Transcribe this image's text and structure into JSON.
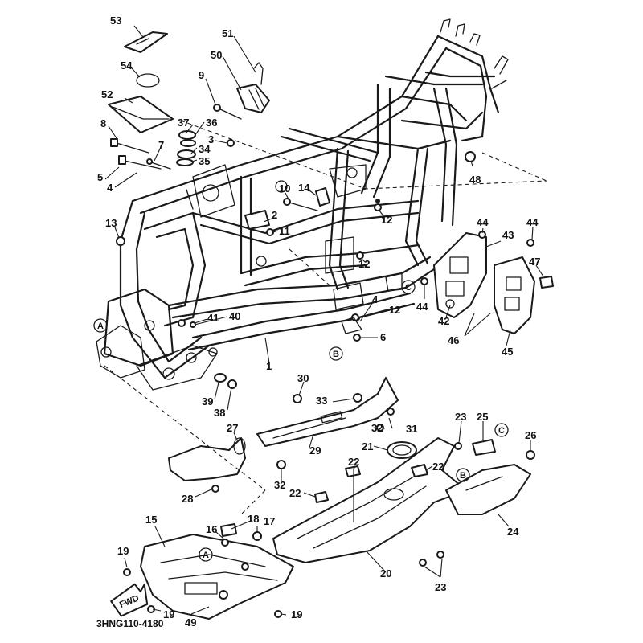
{
  "diagram_code": "3HNG110-4180",
  "fwd_label": "FWD",
  "ref_marks": [
    "A",
    "B",
    "C",
    "A",
    "B",
    "C"
  ],
  "callouts": [
    "53",
    "54",
    "52",
    "51",
    "50",
    "9",
    "37",
    "36",
    "8",
    "7",
    "3",
    "34",
    "35",
    "5",
    "4",
    "13",
    "10",
    "14",
    "2",
    "11",
    "12",
    "12",
    "48",
    "44",
    "44",
    "43",
    "47",
    "12",
    "4",
    "42",
    "44",
    "46",
    "45",
    "6",
    "1",
    "40",
    "41",
    "39",
    "38",
    "30",
    "33",
    "31",
    "32",
    "29",
    "27",
    "28",
    "32",
    "21",
    "23",
    "25",
    "26",
    "22",
    "22",
    "22",
    "24",
    "18",
    "17",
    "16",
    "15",
    "19",
    "19",
    "19",
    "20",
    "23",
    "49"
  ]
}
